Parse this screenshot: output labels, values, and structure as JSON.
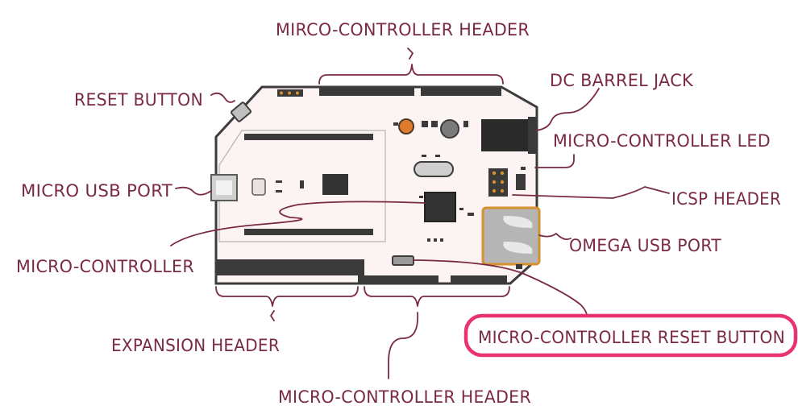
{
  "labels": {
    "top_header": "MIRCO-CONTROLLER HEADER",
    "reset_button": "RESET BUTTON",
    "dc_barrel_jack": "DC BARREL JACK",
    "mc_led": "MICRO-CONTROLLER LED",
    "micro_usb": "MICRO USB PORT",
    "icsp_header": "ICSP HEADER",
    "microcontroller": "MICRO-CONTROLLER",
    "omega_usb": "OMEGA USB PORT",
    "expansion_header": "EXPANSION HEADER",
    "mc_reset_button": "MICRO-CONTROLLER RESET BUTTON",
    "bottom_header": "MICRO-CONTROLLER HEADER"
  },
  "colors": {
    "label": "#7a2a43",
    "highlight": "#e8336d",
    "board_fill": "#fbf4f2",
    "board_stroke": "#3e3b3d",
    "component_dark": "#3a3a3a",
    "led_orange": "#e07a2c"
  }
}
